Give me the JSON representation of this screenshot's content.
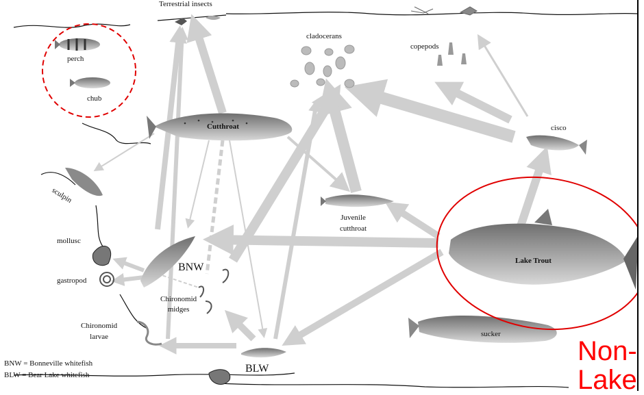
{
  "labels": {
    "terrestrial_insects": "Terrestrial insects",
    "perch": "perch",
    "chub": "chub",
    "cladocerans": "cladocerans",
    "copepods": "copepods",
    "cutthroat": "Cutthroat",
    "cisco": "cisco",
    "sculpin": "sculpin",
    "juvenile_cutthroat": "Juvenile\ncutthroat",
    "mollusc": "mollusc",
    "gastropod": "gastropod",
    "bnw": "BNW",
    "chironomid_midges": "Chironomid\nmidges",
    "lake_trout": "Lake Trout",
    "chironomid_larvae": "Chironomid\nlarvae",
    "sucker": "sucker",
    "blw": "BLW"
  },
  "legend": {
    "bnw": "BNW = Bonneville whitefish",
    "blw": "BLW = Bear Lake whitefish"
  },
  "overlay": {
    "line1": "Non-",
    "line2": "Lake"
  },
  "colors": {
    "arrow": "#cfcfcf",
    "highlight": "#e00000",
    "overlay_text": "#ff0000",
    "fish_body": "#8a8a8a"
  }
}
